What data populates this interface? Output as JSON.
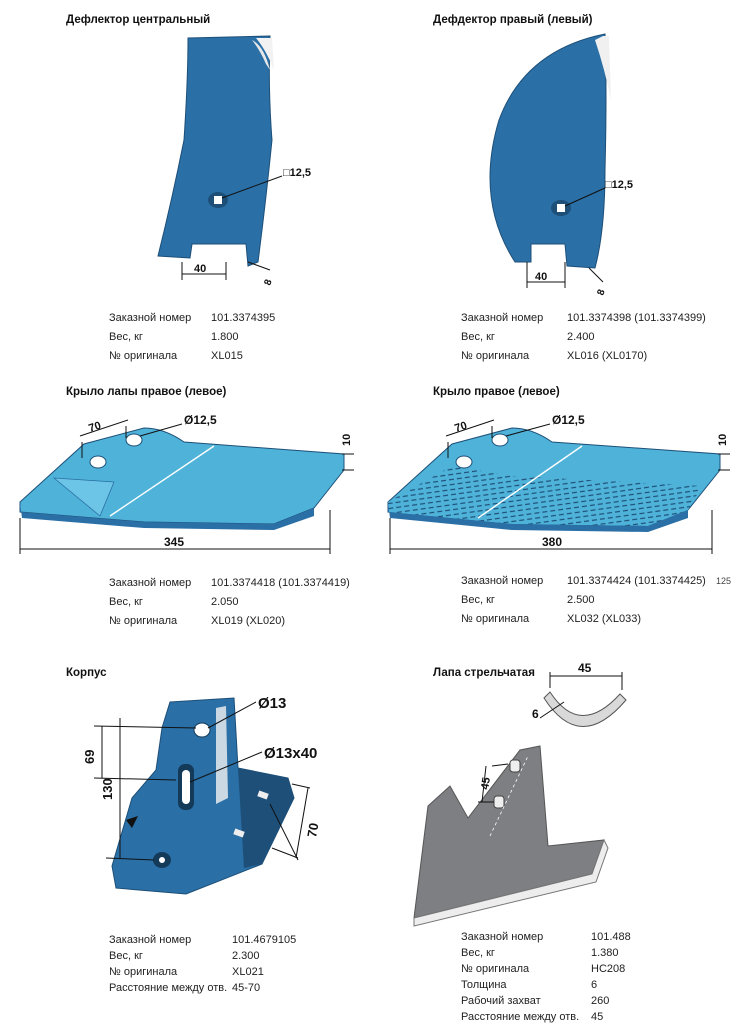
{
  "labels": {
    "order": "Заказной номер",
    "weight": "Вес, кг",
    "original": "№ оригинала",
    "spacing": "Расстояние между отв.",
    "thickness": "Толщина",
    "working_width": "Рабочий захват"
  },
  "items": [
    {
      "title": "Дефлектор центральный",
      "order": "101.3374395",
      "weight": "1.800",
      "original": "XL015",
      "dims": {
        "square": "□12,5",
        "width": "40",
        "thick": "8"
      }
    },
    {
      "title": "Дефдектор правый (левый)",
      "order": "101.3374398 (101.3374399)",
      "weight": "2.400",
      "original": "XL016 (XL0170)",
      "dims": {
        "square": "□12,5",
        "width": "40",
        "thick": "8"
      }
    },
    {
      "title": "Крыло лапы правое (левое)",
      "order": "101.3374418 (101.3374419)",
      "weight": "2.050",
      "original": "XL019 (XL020)",
      "dims": {
        "pitch": "70",
        "hole": "Ø12,5",
        "thick": "10",
        "length": "345"
      }
    },
    {
      "title": "Крыло правое (левое)",
      "order": "101.3374424 (101.3374425)",
      "weight": "2.500",
      "original": "XL032 (XL033)",
      "stray": "125",
      "dims": {
        "pitch": "70",
        "hole": "Ø12,5",
        "thick": "10",
        "length": "380"
      }
    },
    {
      "title": "Корпус",
      "order": "101.4679105",
      "weight": "2.300",
      "original": "XL021",
      "spacing": "45-70",
      "dims": {
        "hole": "Ø13",
        "slot": "Ø13x40",
        "d69": "69",
        "d130": "130",
        "d70": "70"
      }
    },
    {
      "title": "Лапа стрельчатая",
      "order": "101.488",
      "weight": "1.380",
      "original": "HC208",
      "thickness": "6",
      "working_width": "260",
      "spacing": "45",
      "dims": {
        "width": "45",
        "thick": "6",
        "pitch": "45"
      }
    }
  ],
  "colors": {
    "blue": "#2a6fa6",
    "blue_light": "#4fb3d9",
    "blue_dark": "#1d4f78",
    "grey": "#7d7f82"
  }
}
